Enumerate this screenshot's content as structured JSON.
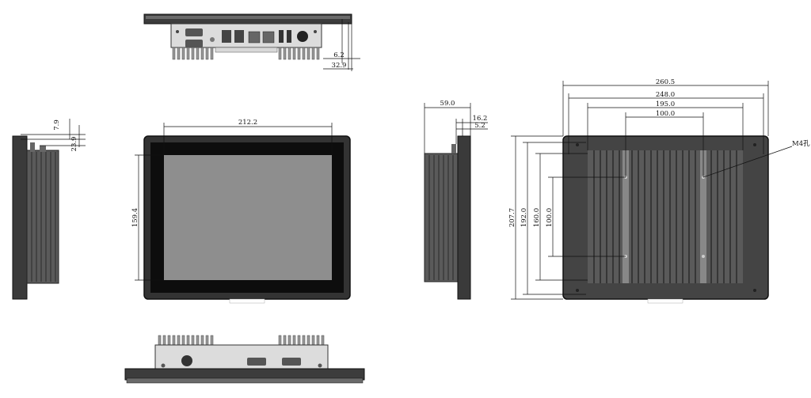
{
  "front_view": {
    "width_dim": "212.2",
    "height_dim": "159.4"
  },
  "left_side_view": {
    "top_dim_a": "7.9",
    "top_dim_b": "23.9"
  },
  "right_side_view": {
    "depth_dim": "59.0",
    "dim_a": "16.2",
    "dim_b": "5.2"
  },
  "top_view": {
    "dim_a": "6.2",
    "dim_b": "32.9"
  },
  "rear_view": {
    "overall_width": "260.5",
    "width_248": "248.0",
    "width_195": "195.0",
    "width_100": "100.0",
    "overall_height": "207.7",
    "height_192": "192.0",
    "height_160": "160.0",
    "height_100": "100.0",
    "screw_label": "M4孔"
  },
  "colors": {
    "frame": "#3a3a3a",
    "screen": "#8e8e8e",
    "heatsink": "#555555",
    "line": "#111111"
  }
}
